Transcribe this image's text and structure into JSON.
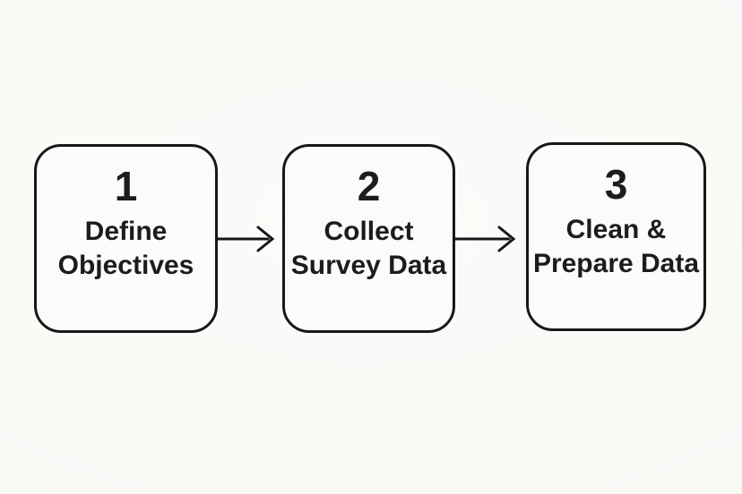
{
  "diagram": {
    "type": "flowchart",
    "direction": "left-to-right",
    "steps": [
      {
        "number": "1",
        "label": "Define Objectives",
        "lines": [
          "Define",
          "Objectives"
        ]
      },
      {
        "number": "2",
        "label": "Collect Survey Data",
        "lines": [
          "Collect",
          "Survey Data"
        ]
      },
      {
        "number": "3",
        "label": "Clean & Prepare Data",
        "lines": [
          "Clean &",
          "Prepare Data"
        ]
      }
    ],
    "connectors": [
      {
        "from": "1",
        "to": "2",
        "style": "right-arrow"
      },
      {
        "from": "2",
        "to": "3",
        "style": "right-arrow"
      }
    ]
  },
  "colors": {
    "background": "#faf9f6",
    "box_fill": "#fcfbf9",
    "stroke": "#171717",
    "text": "#1c1c1e"
  }
}
